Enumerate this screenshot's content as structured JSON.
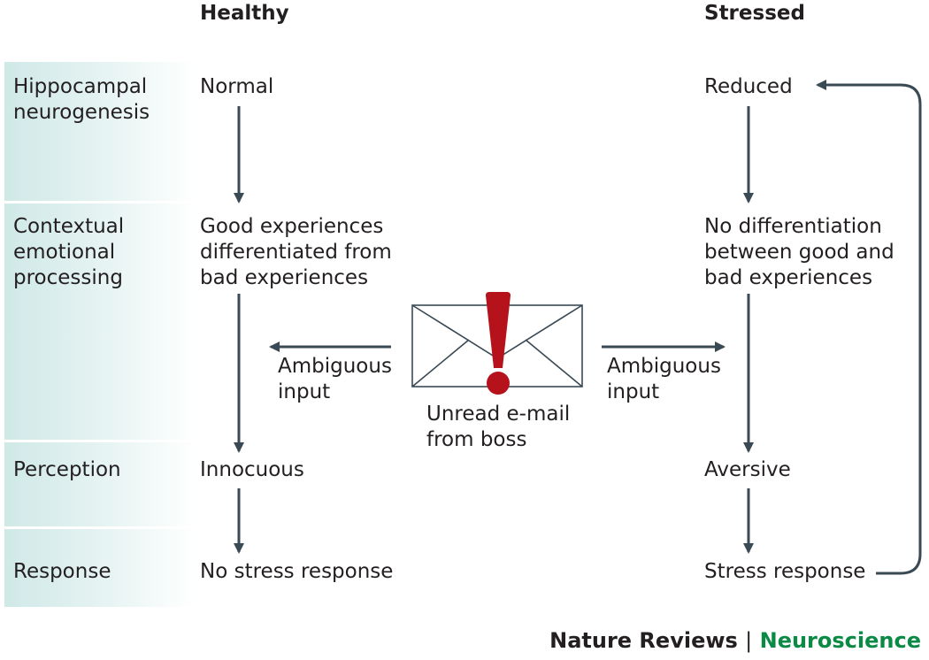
{
  "columns": {
    "healthy": "Healthy",
    "stressed": "Stressed"
  },
  "rows": {
    "neurogenesis": "Hippocampal\nneurogenesis",
    "contextual": "Contextual\nemotional\nprocessing",
    "perception": "Perception",
    "response": "Response"
  },
  "healthy": {
    "neurogenesis": "Normal",
    "contextual": "Good experiences\ndifferentiated from\nbad experiences",
    "perception": "Innocuous",
    "response": "No stress response"
  },
  "stressed": {
    "neurogenesis": "Reduced",
    "contextual": "No differentiation\nbetween good and\nbad experiences",
    "perception": "Aversive",
    "response": "Stress response"
  },
  "inputs": {
    "left": "Ambiguous\ninput",
    "right": "Ambiguous\ninput"
  },
  "email_caption": "Unread e-mail\nfrom boss",
  "footer": {
    "journal": "Nature Reviews",
    "separator": "|",
    "section": "Neuroscience"
  },
  "colors": {
    "arrow": "#3a4a55",
    "alert": "#b5121b",
    "band": "#cfe9e7",
    "section": "#0a8a45"
  }
}
